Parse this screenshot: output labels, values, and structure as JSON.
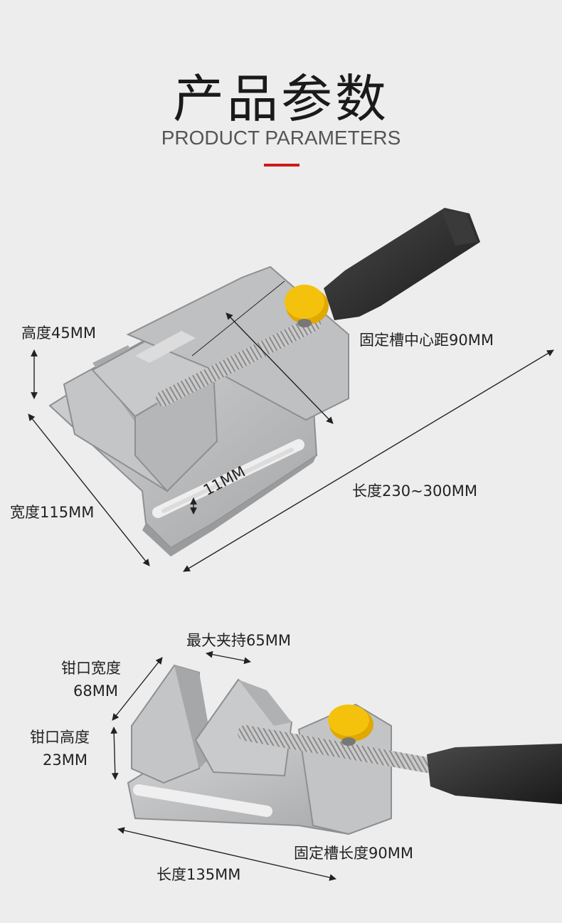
{
  "header": {
    "title_cn": "产品参数",
    "title_en": "PRODUCT PARAMETERS",
    "accent_color": "#cc1a1a"
  },
  "vise_top": {
    "height_label": "高度45MM",
    "slot_spacing_label": "固定槽中心距90MM",
    "width_label": "宽度115MM",
    "slot_width_label": "11MM",
    "length_label": "长度230~300MM"
  },
  "vise_bottom": {
    "max_clamp_label": "最大夹持65MM",
    "jaw_width_label_1": "钳口宽度",
    "jaw_width_label_2": "68MM",
    "jaw_height_label_1": "钳口高度",
    "jaw_height_label_2": "23MM",
    "slot_length_label": "固定槽长度90MM",
    "length_label": "长度135MM"
  },
  "colors": {
    "body": "#b9babc",
    "body_dark": "#9c9d9f",
    "handle": "#2a2a2a",
    "knob": "#f4c20d"
  }
}
